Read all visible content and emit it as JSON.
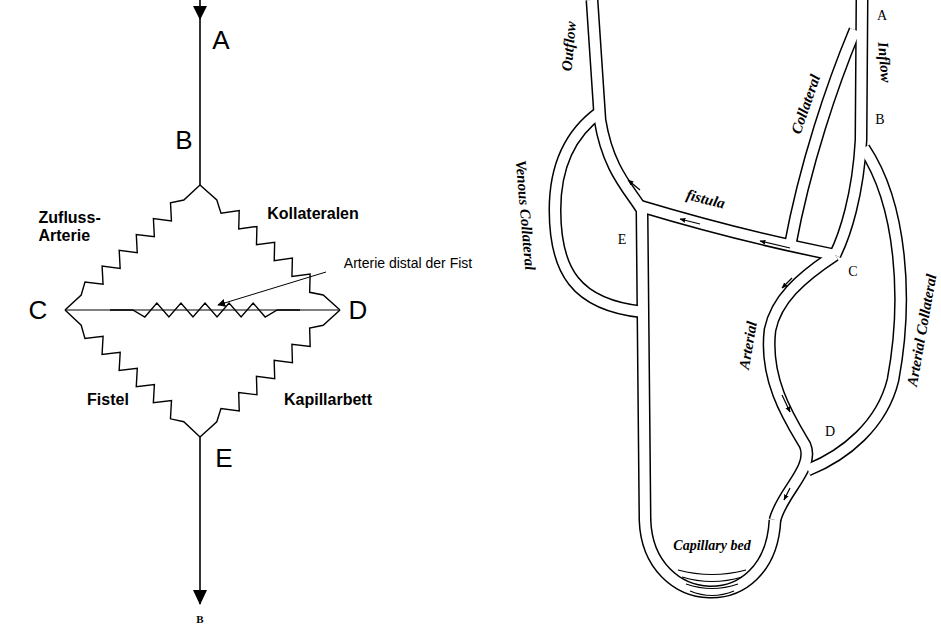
{
  "diagram": {
    "labels": [
      "A",
      "B",
      "Zufluss- Arterie",
      "Kollateralen",
      "Arterie distal der Fist",
      "C",
      "D",
      "Fistel",
      "Kapillarbett",
      "E",
      "B",
      "Outflow",
      "Inflow",
      "A",
      "B",
      "Collateral",
      "fistula",
      "C",
      "E",
      "Venous Collateral",
      "Arterial",
      "Arterial Collateral",
      "D",
      "Capillary bed"
    ]
  }
}
